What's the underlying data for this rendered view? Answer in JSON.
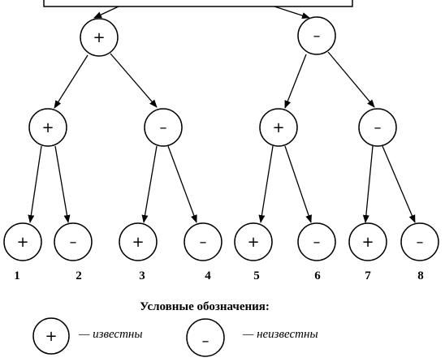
{
  "tree": {
    "nodes": [
      {
        "id": "root-plus",
        "sign": "+",
        "level": 1
      },
      {
        "id": "root-minus",
        "sign": "–",
        "level": 1
      },
      {
        "id": "l2-plus-a",
        "sign": "+",
        "level": 2
      },
      {
        "id": "l2-minus-a",
        "sign": "–",
        "level": 2
      },
      {
        "id": "l2-plus-b",
        "sign": "+",
        "level": 2
      },
      {
        "id": "l2-minus-b",
        "sign": "–",
        "level": 2
      },
      {
        "id": "leaf-1",
        "sign": "+",
        "level": 3,
        "label": "1"
      },
      {
        "id": "leaf-2",
        "sign": "–",
        "level": 3,
        "label": "2"
      },
      {
        "id": "leaf-3",
        "sign": "+",
        "level": 3,
        "label": "3"
      },
      {
        "id": "leaf-4",
        "sign": "–",
        "level": 3,
        "label": "4"
      },
      {
        "id": "leaf-5",
        "sign": "+",
        "level": 3,
        "label": "5"
      },
      {
        "id": "leaf-6",
        "sign": "–",
        "level": 3,
        "label": "6"
      },
      {
        "id": "leaf-7",
        "sign": "+",
        "level": 3,
        "label": "7"
      },
      {
        "id": "leaf-8",
        "sign": "–",
        "level": 3,
        "label": "8"
      }
    ]
  },
  "legend": {
    "title": "Условные обозначения:",
    "known_symbol": "+",
    "known_text": "— известны",
    "unknown_symbol": "–",
    "unknown_text": "— неизвестны"
  }
}
